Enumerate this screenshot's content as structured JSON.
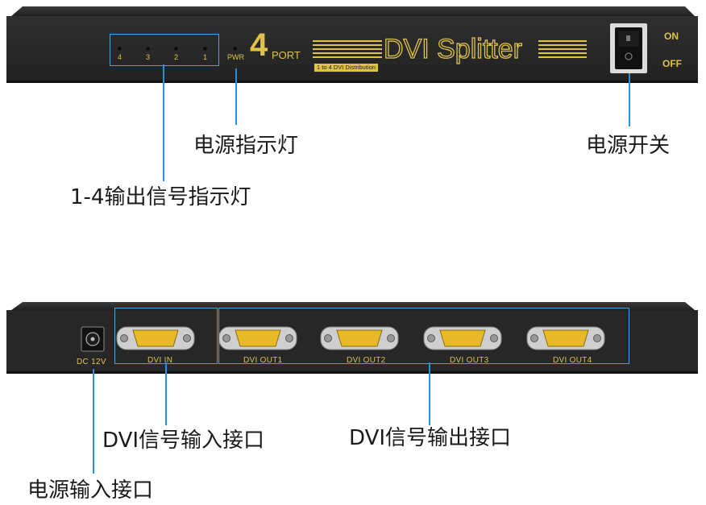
{
  "front_panel": {
    "led_labels": [
      "4",
      "3",
      "2",
      "1"
    ],
    "pwr_label": "PWR",
    "port_number": "4",
    "port_word": "PORT",
    "product_name": "DVI Splitter",
    "subtitle": "1 to 4 DVI Distribution",
    "switch_on": "ON",
    "switch_off": "OFF"
  },
  "rear_panel": {
    "dc_label": "DC 12V",
    "ports": [
      {
        "label": "DVI IN"
      },
      {
        "label": "DVI OUT1"
      },
      {
        "label": "DVI OUT2"
      },
      {
        "label": "DVI OUT3"
      },
      {
        "label": "DVI OUT4"
      }
    ]
  },
  "callouts": {
    "power_indicator": "电源指示灯",
    "power_switch": "电源开关",
    "signal_indicators": "1-4输出信号指示灯",
    "dvi_input": "DVI信号输入接口",
    "dvi_output": "DVI信号输出接口",
    "power_input": "电源输入接口"
  },
  "colors": {
    "panel": "#2b2b2b",
    "label_gold": "#e0c24a",
    "callout_line": "#2a8fd6"
  }
}
